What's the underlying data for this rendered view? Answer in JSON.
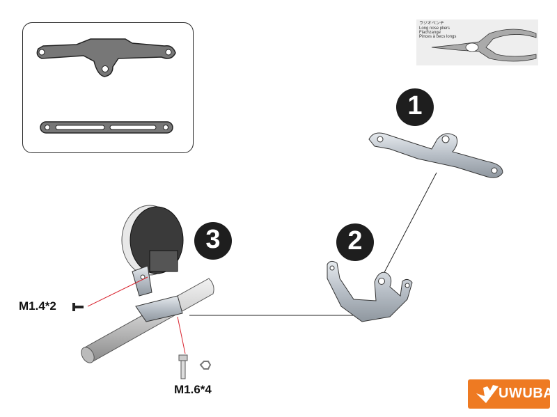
{
  "steps": [
    "1",
    "2",
    "3"
  ],
  "screws": {
    "small": "M1.4*2",
    "large": "M1.6*4"
  },
  "tool": {
    "japanese": "ラジオペンチ",
    "english": "Long nose pliers",
    "german": "Flachzange",
    "french": "Pinces à becs longs"
  },
  "brand": "UWUBA",
  "colors": {
    "brand": "#EE7A22",
    "leader": "#D9232E",
    "step_badge": "#1E1E1E"
  }
}
